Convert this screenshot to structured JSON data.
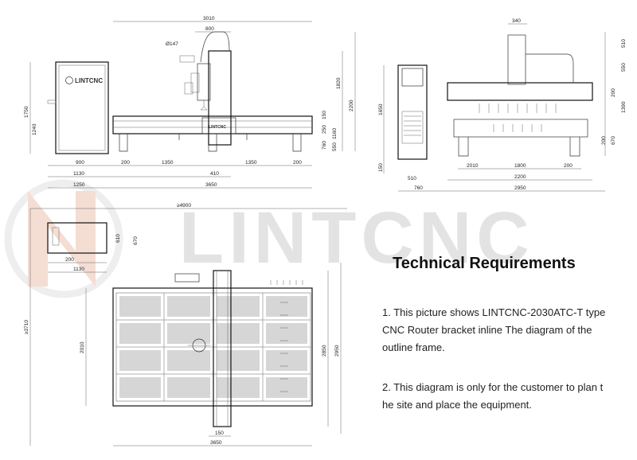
{
  "brand": {
    "logo_text": "LINTCNC",
    "watermark_text": "LINTCNC"
  },
  "front_view": {
    "dims_top": [
      "3010",
      "800"
    ],
    "diameter": "Ø147",
    "dims_right": [
      "1820",
      "2200",
      "150",
      "250",
      "1160",
      "760",
      "550"
    ],
    "dims_left": [
      "1750",
      "1240"
    ],
    "dims_bottom_row1": [
      "900",
      "200",
      "1350",
      "1350",
      "200"
    ],
    "dims_bottom_row2": [
      "1130",
      "410"
    ],
    "dims_bottom_row3": [
      "1250",
      "3650"
    ]
  },
  "side_view": {
    "dims_top": [
      "340"
    ],
    "dims_right": [
      "510",
      "550",
      "200",
      "1390",
      "670",
      "200"
    ],
    "dims_left": [
      "1650",
      "150",
      "510"
    ],
    "dims_bottom": [
      "2010",
      "1800",
      "200",
      "2200",
      "2950",
      "760"
    ]
  },
  "top_view": {
    "dims": [
      "≥4900",
      "≥3710",
      "2010",
      "2850",
      "2950",
      "150",
      "3650",
      "610",
      "670",
      "200",
      "1130"
    ]
  },
  "requirements": {
    "title": "Technical Requirements",
    "item1_lines": [
      "1. This picture shows LINTCNC-2030ATC-T type",
      "CNC Router bracket inline The diagram of the",
      "outline frame."
    ],
    "item2_lines": [
      "2. This diagram is only for the customer to plan t",
      "he site and place the equipment."
    ]
  }
}
